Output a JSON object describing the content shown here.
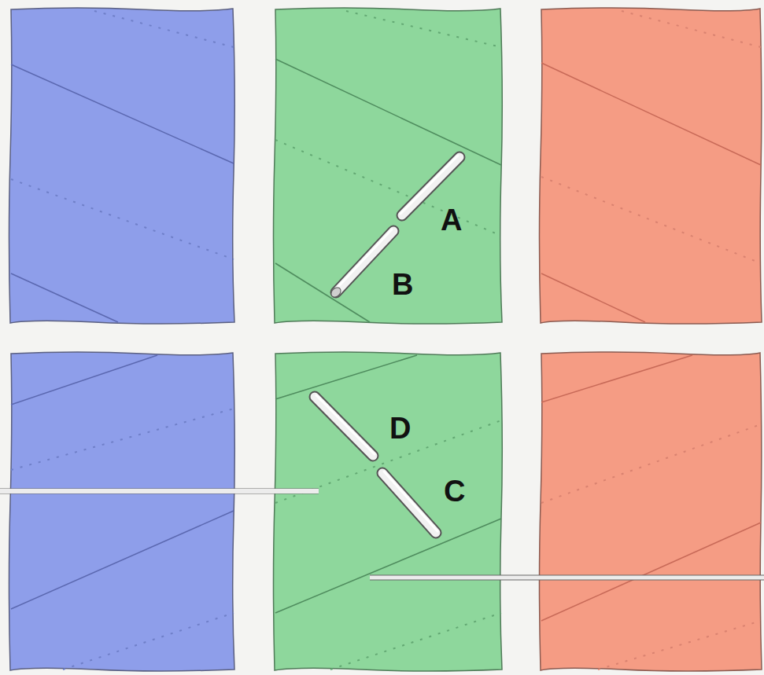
{
  "diagram": {
    "labels": [
      "A",
      "B",
      "D",
      "C"
    ]
  }
}
